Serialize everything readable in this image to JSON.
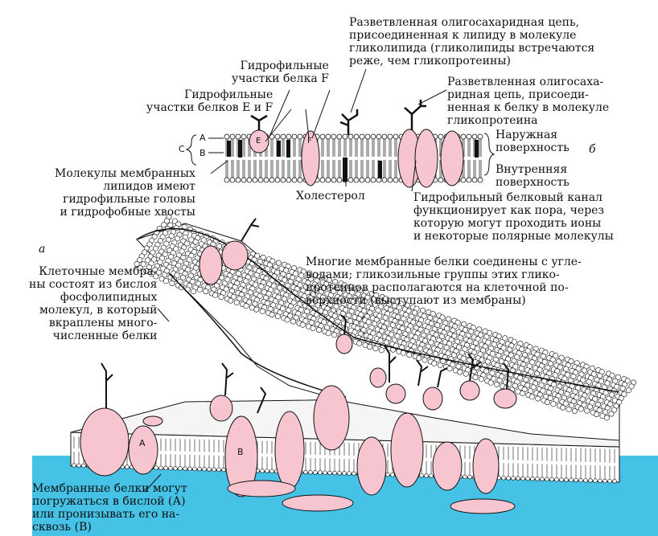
{
  "labels": {
    "glycolipid_chain": [
      "Разветвленная олигосахаридная цепь,",
      "присоединенная к липиду в молекуле",
      "гликолипида (гликолипиды встречаются",
      "реже, чем гликопротеины)"
    ],
    "hydrophilic_f": [
      "Гидрофильные",
      "участки белка F"
    ],
    "hydrophilic_ef": [
      "Гидрофильные",
      "участки белков E и F"
    ],
    "glycoprotein_chain": [
      "Разветвленная олигосаха-",
      "ридная цепь, присоеди-",
      "ненная к белку в молекуле",
      "гликопротеина"
    ],
    "outer_surface": [
      "Наружная",
      "поверхность"
    ],
    "inner_surface": [
      "Внутренняя",
      "поверхность"
    ],
    "figure_b": "б",
    "figure_a": "а",
    "lipid_molecules": [
      "Молекулы мембранных",
      "липидов имеют",
      "гидрофильные головы",
      "и гидрофобные хвосты"
    ],
    "cholesterol": "Холестерол",
    "channel": [
      "Гидрофильный белковый канал",
      "функционирует как пора, через",
      "которую могут проходить ионы",
      "и некоторые полярные молекулы"
    ],
    "cell_membranes": [
      "Клеточные мембра-",
      "ны состоят из бислоя",
      "фосфолипидных",
      "молекул, в который",
      "вкраплены много-",
      "численные белки"
    ],
    "glycosyl": [
      "Многие мембранные белки соединены с угле-",
      "водами; гликозильные группы этих глико-",
      "протеинов располагаются на клеточной по-",
      "верхности (выступают из мембраны)"
    ],
    "membrane_proteins": [
      "Мембранные белки могут",
      "погружаться в бислой (А)",
      "или пронизывать его на-",
      "сквозь (В)"
    ],
    "layer_a": "A",
    "layer_b": "B",
    "layer_c": "C",
    "protein_e": "E",
    "protein_f": "F",
    "protein_a": "A",
    "protein_b": "B"
  },
  "colors": {
    "protein_pink": "#f7c5d0",
    "water_blue": "#45c2e6",
    "outline": "#111111"
  }
}
